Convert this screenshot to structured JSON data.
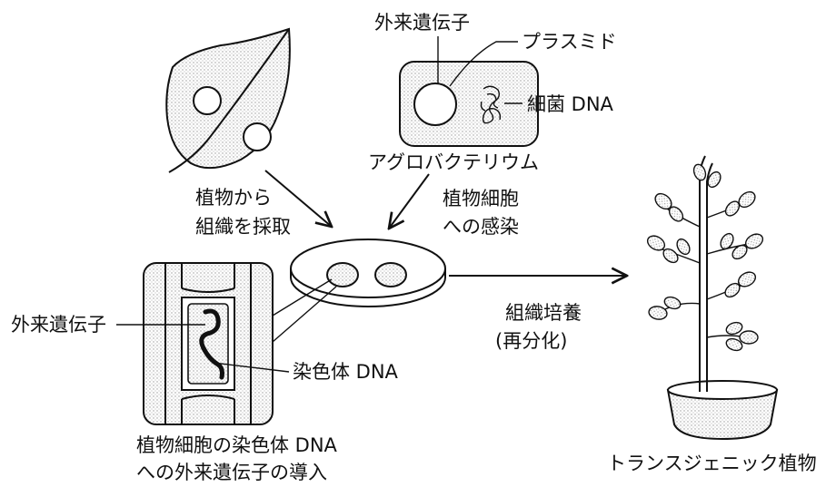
{
  "labels": {
    "foreign_gene_top": "外来遺伝子",
    "plasmid": "プラスミド",
    "bacterial_dna": "細菌 DNA",
    "agrobacterium": "アグロバクテリウム",
    "tissue_line1": "植物から",
    "tissue_line2": "組織を採取",
    "infection_line1": "植物細胞",
    "infection_line2": "への感染",
    "foreign_gene_left": "外来遺伝子",
    "chromosome_dna": "染色体 DNA",
    "culture_line1": "組織培養",
    "culture_line2": "(再分化)",
    "intro_line1": "植物細胞の染色体 DNA",
    "intro_line2": "への外来遺伝子の導入",
    "transgenic_plant": "トランスジェニック植物"
  },
  "colors": {
    "ink": "#111111",
    "stipple": "#c8c8c8",
    "background": "#ffffff"
  }
}
